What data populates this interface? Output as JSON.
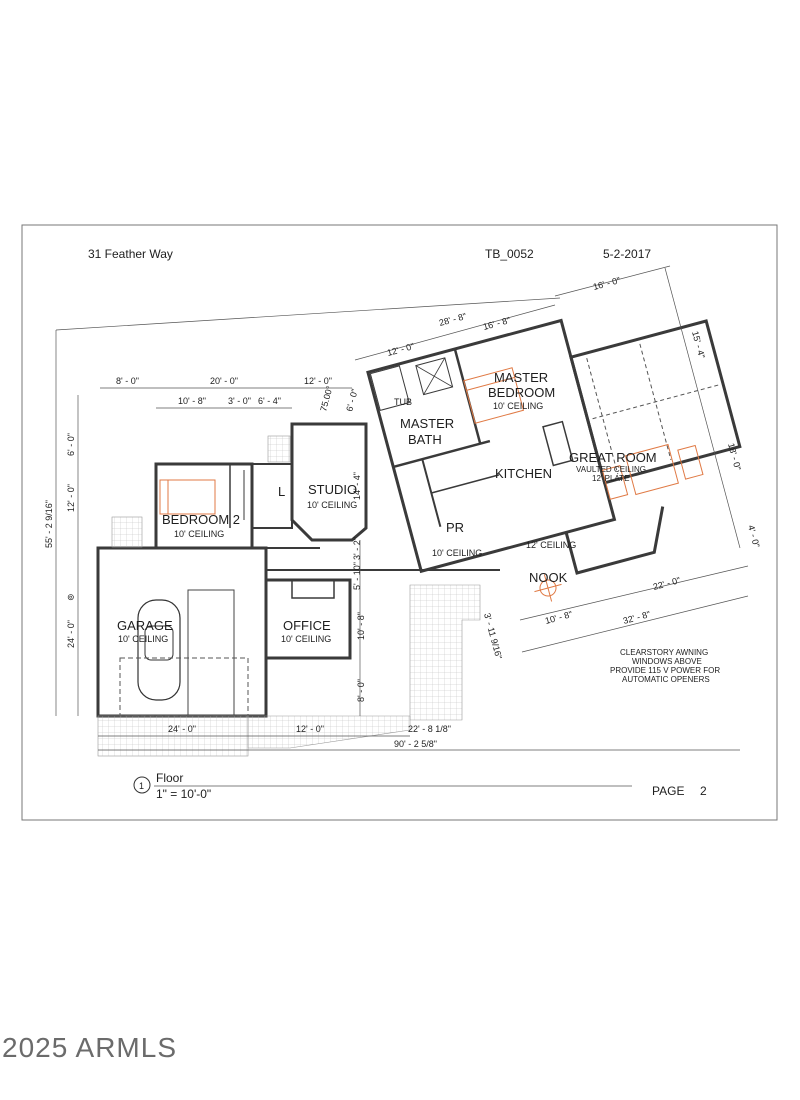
{
  "header": {
    "address": "31 Feather Way",
    "plan_id": "TB_0052",
    "date": "5-2-2017"
  },
  "rooms": {
    "master_bedroom": {
      "name1": "MASTER",
      "name2": "BEDROOM",
      "ceiling": "10' CEILING"
    },
    "master_bath": {
      "name1": "MASTER",
      "name2": "BATH"
    },
    "tub": "TUB",
    "kitchen": "KITCHEN",
    "great_room": {
      "name": "GREAT ROOM",
      "ceiling": "VAULTED CEILING",
      "plate": "12' PLATE"
    },
    "studio": {
      "name": "STUDIO",
      "ceiling": "10' CEILING"
    },
    "bedroom2": {
      "name": "BEDROOM 2",
      "ceiling": "10' CEILING"
    },
    "laundry": "L",
    "powder": "PR",
    "hall_ceiling": "10' CEILING",
    "kitchen_ceiling": "12' CEILING",
    "nook": "NOOK",
    "garage": {
      "name": "GARAGE",
      "ceiling": "10' CEILING"
    },
    "office": {
      "name": "OFFICE",
      "ceiling": "10' CEILING"
    }
  },
  "dimensions": {
    "top_8": "8' - 0\"",
    "top_20": "20' - 0\"",
    "top_12": "12' - 0\"",
    "sub_10_8": "10' - 8\"",
    "sub_3": "3' - 0\"",
    "sub_6_4": "6' - 4\"",
    "angle": "75.00°",
    "v_6_0": "6' - 0\"",
    "master_12": "12' - 0\"",
    "master_16_8": "16' - 8\"",
    "master_28_8": "28' - 8\"",
    "great_16": "16' - 0\"",
    "right_15_4": "15' - 4\"",
    "right_18": "18' - 0\"",
    "right_4": "4' - 0\"",
    "left_overall": "55' - 2 9/16\"",
    "left_6": "6' - 0\"",
    "left_12": "12' - 0\"",
    "left_24": "24' - 0\"",
    "studio_14_4": "14' - 4\"",
    "studio_3_2": "3' - 2\"",
    "studio_5_10": "5' - 10\"",
    "office_10_8": "10' - 8\"",
    "office_8": "8' - 0\"",
    "porch_3_11": "3' - 11 9/16\"",
    "nook_10_8": "10' - 8\"",
    "bottom_22": "22' - 0\"",
    "bottom_32_8": "32' - 8\"",
    "bot_24": "24' - 0\"",
    "bot_12": "12' - 0\"",
    "bot_22_8": "22' - 8 1/8\"",
    "overall_90": "90' - 2 5/8\""
  },
  "notes": [
    "CLEARSTORY AWNING",
    "WINDOWS ABOVE",
    "PROVIDE 115 V POWER FOR",
    "AUTOMATIC OPENERS"
  ],
  "footer": {
    "marker": "1",
    "title": "Floor",
    "scale": "1\" = 10'-0\"",
    "page_label": "PAGE",
    "page_number": "2"
  },
  "watermark": "2025 ARMLS",
  "colors": {
    "accent": "#e07a45",
    "line": "#3a3a3a",
    "paper": "#ffffff"
  }
}
